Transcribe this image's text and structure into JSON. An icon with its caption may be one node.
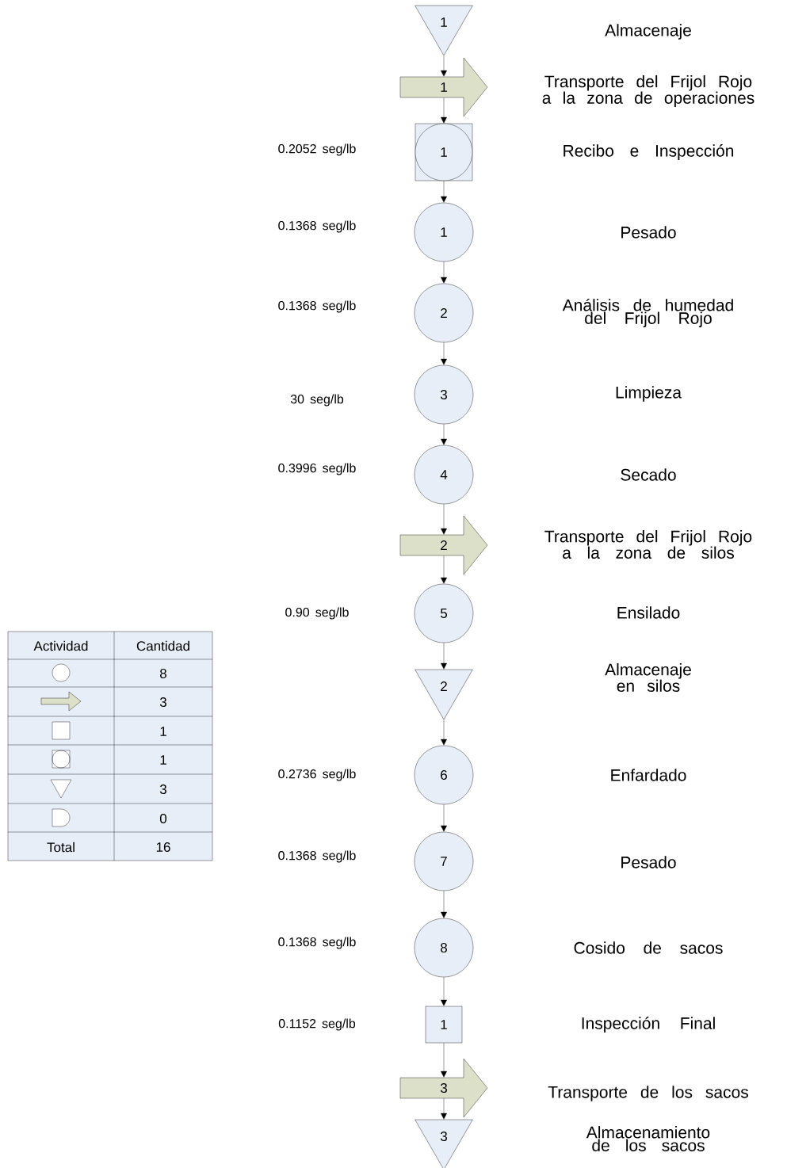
{
  "diagram": {
    "nodes": [
      {
        "text": [
          "1"
        ]
      },
      {
        "text": [
          "1"
        ]
      },
      {
        "text": [
          "1"
        ]
      },
      {
        "text": [
          "1"
        ]
      },
      {
        "text": [
          "2"
        ]
      },
      {
        "text": [
          "3"
        ]
      },
      {
        "text": [
          "4"
        ]
      },
      {
        "text": [
          "2"
        ]
      },
      {
        "text": [
          "5"
        ]
      },
      {
        "text": [
          "2"
        ]
      },
      {
        "text": [
          "6"
        ]
      },
      {
        "text": [
          "7"
        ]
      },
      {
        "text": [
          "8"
        ]
      },
      {
        "text": [
          "1"
        ]
      },
      {
        "text": [
          "3"
        ]
      },
      {
        "text": [
          "3"
        ]
      }
    ],
    "edges": [
      {
        "from": 0,
        "to": 1,
        "arrow": "to"
      },
      {
        "from": 1,
        "to": 2,
        "arrow": "to"
      },
      {
        "from": 2,
        "to": 3,
        "arrow": "to"
      },
      {
        "from": 3,
        "to": 4,
        "arrow": "to"
      },
      {
        "from": 4,
        "to": 5,
        "arrow": "to"
      },
      {
        "from": 5,
        "to": 6,
        "arrow": "to"
      },
      {
        "from": 6,
        "to": 7,
        "arrow": "to"
      },
      {
        "from": 7,
        "to": 8,
        "arrow": "to"
      },
      {
        "from": 8,
        "to": 9,
        "arrow": "to"
      },
      {
        "from": 9,
        "to": 10,
        "arrow": "to"
      },
      {
        "from": 10,
        "to": 11,
        "arrow": "to"
      },
      {
        "from": 11,
        "to": 12,
        "arrow": "to"
      },
      {
        "from": 12,
        "to": 13,
        "arrow": "to"
      },
      {
        "from": 13,
        "to": 14,
        "arrow": "to"
      },
      {
        "from": 14,
        "to": 15,
        "arrow": "to"
      }
    ],
    "labels": [
      "Almacenaje",
      "Transporte del Frijol Rojo a la zona de operaciones",
      "0.2052 seg/lb",
      "Recibo e Inspección",
      "0.1368 seg/lb",
      "Pesado",
      "0.1368 seg/lb",
      "Análisis de humedad del Frijol Rojo",
      "30 seg/lb",
      "Limpieza",
      "0.3996 seg/lb",
      "Secado",
      "Transporte del Frijol Rojo a la zona de silos",
      "0.90 seg/lb",
      "Ensilado",
      "Almacenaje en silos",
      "0.2736 seg/lb",
      "Enfardado",
      "0.1368 seg/lb",
      "Pesado",
      "0.1368 seg/lb",
      "Cosido de sacos",
      "0.1152 seg/lb",
      "Inspección Final",
      "Transporte de los sacos",
      "Almacenamiento de los sacos",
      "Actividad",
      "Cantidad",
      "8",
      "3",
      "1",
      "1",
      "3",
      "0",
      "Total",
      "16"
    ]
  }
}
